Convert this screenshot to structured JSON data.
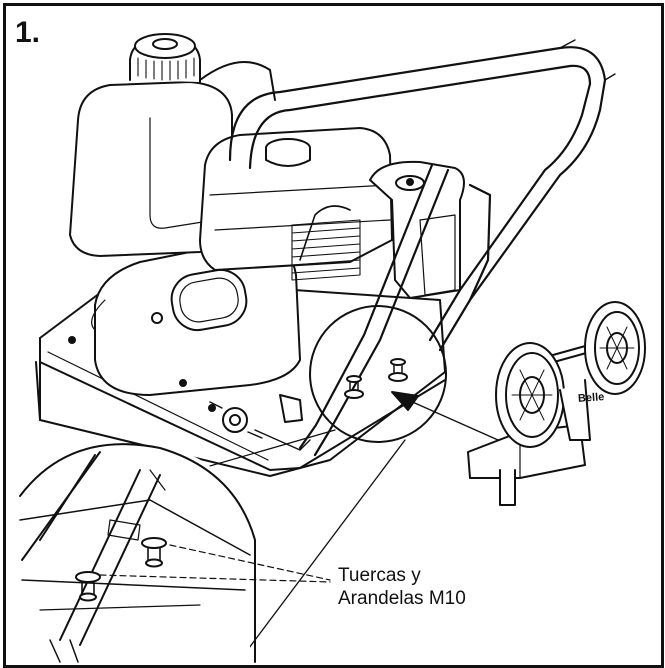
{
  "step_number": "1.",
  "callout": {
    "line1": "Tuercas y",
    "line2": "Arandelas M10"
  },
  "wheel_brand": "Belle",
  "colors": {
    "ink": "#111111",
    "paper": "#ffffff"
  }
}
